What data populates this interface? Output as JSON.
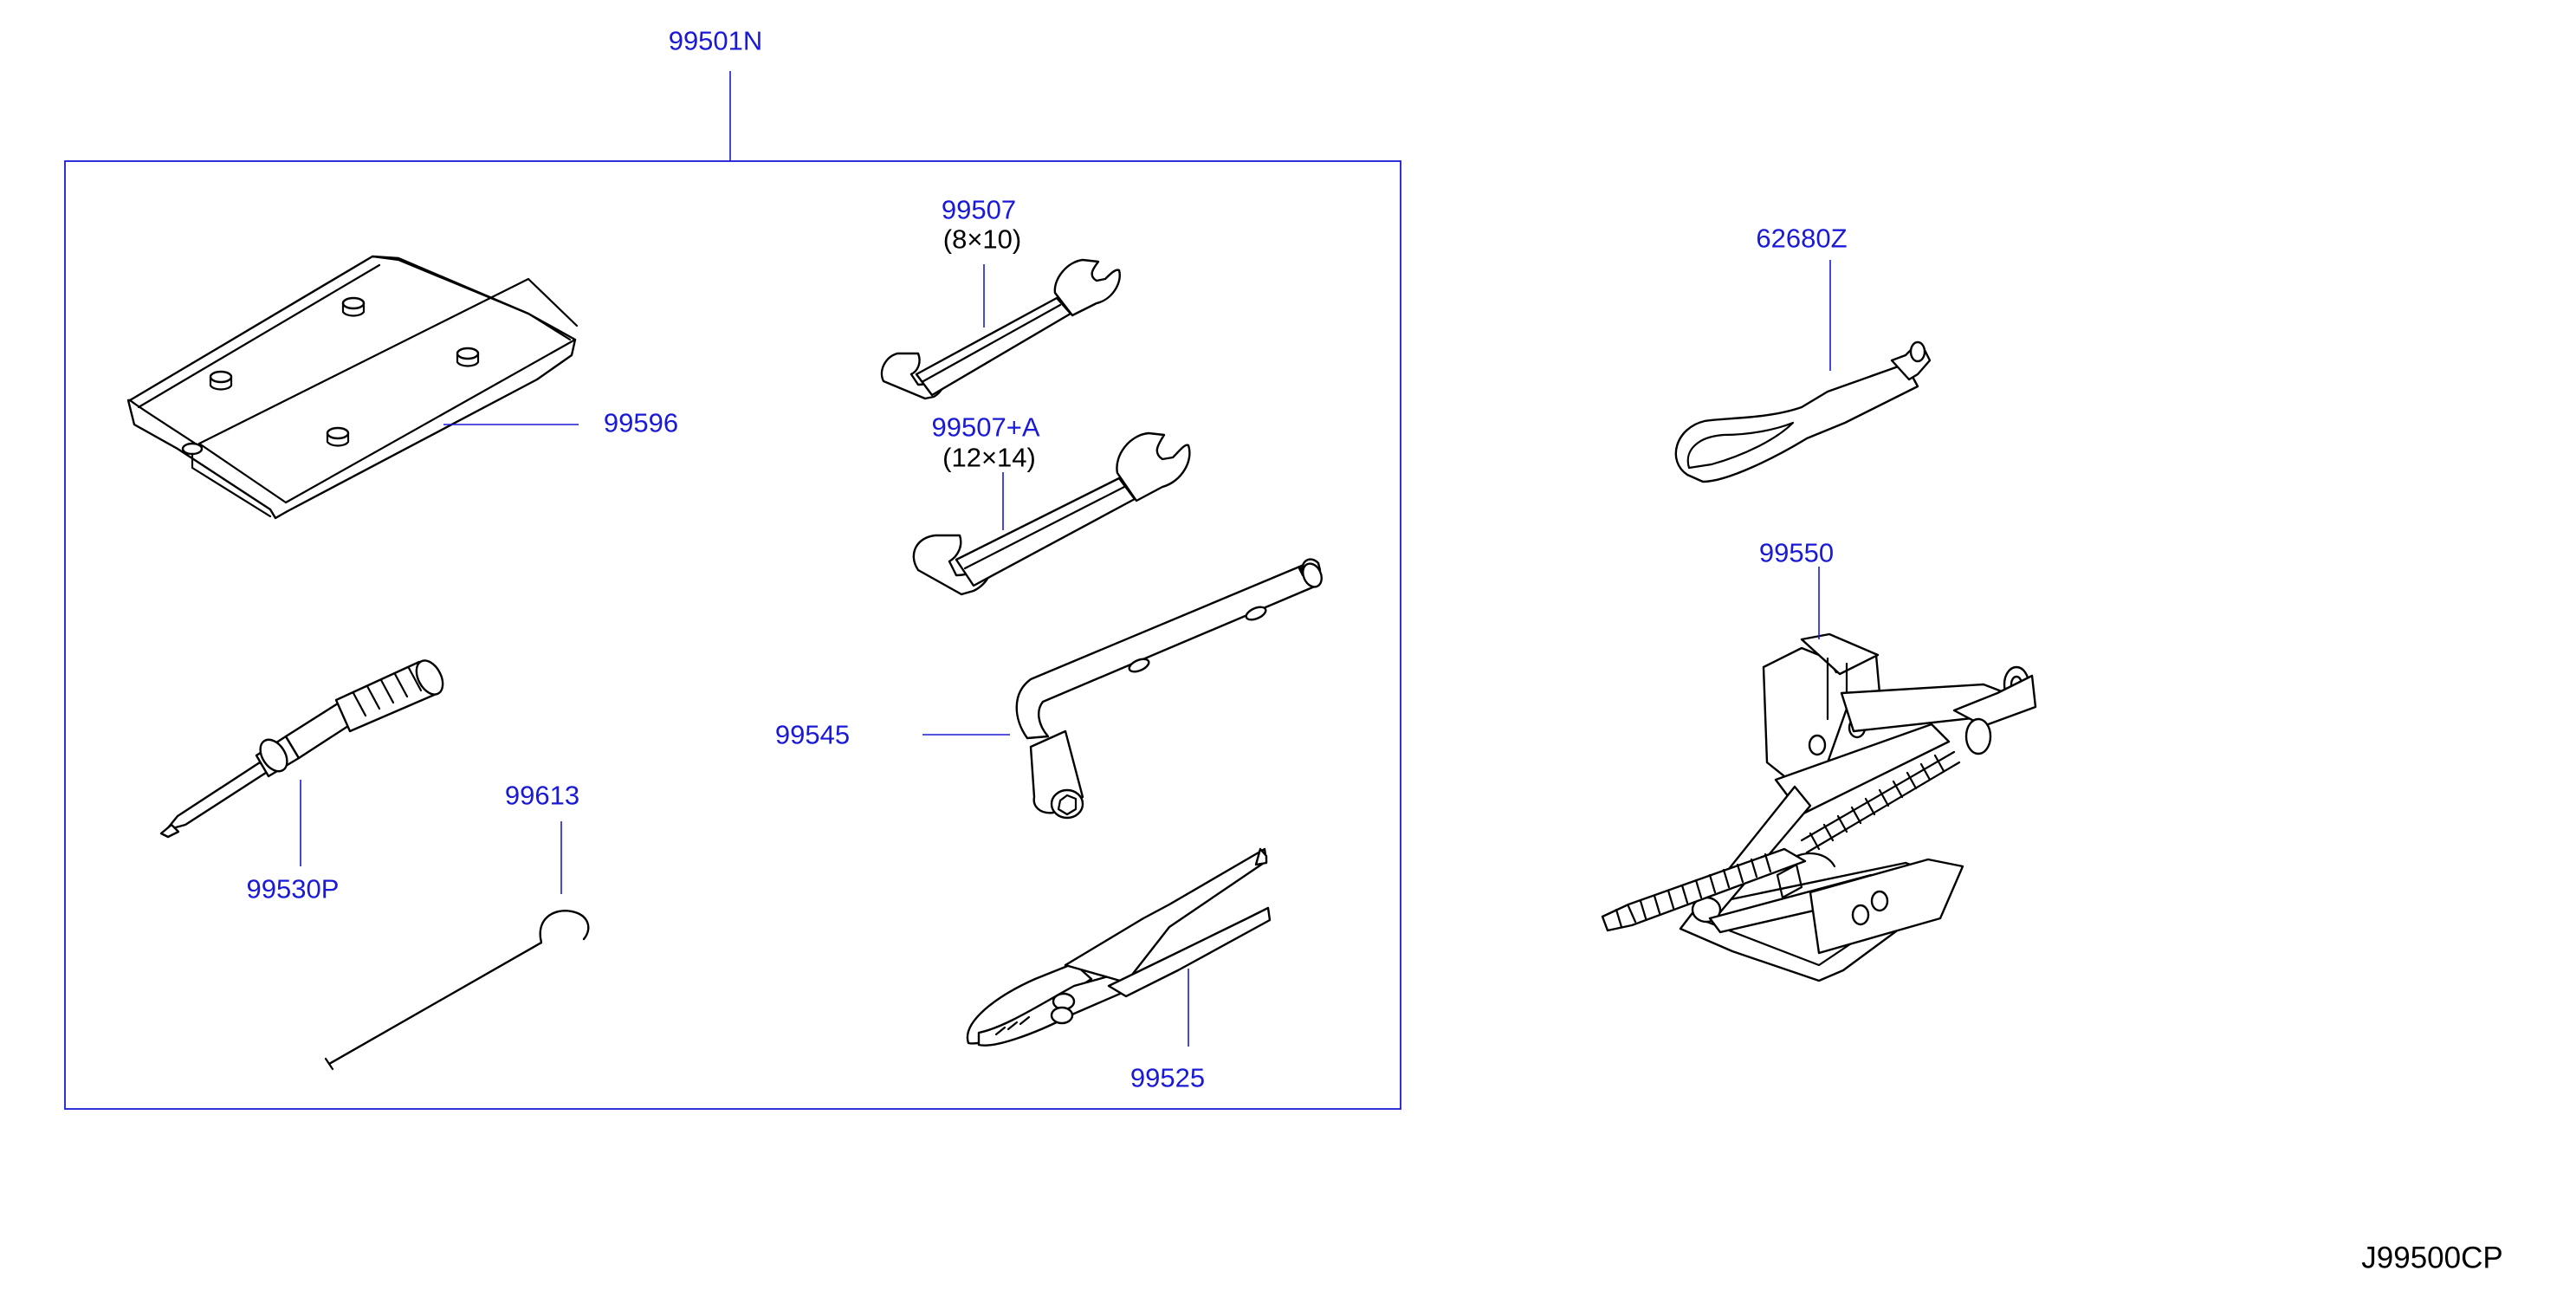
{
  "accent_color": "#1a1ad6",
  "kit_label": "99501N",
  "parts": {
    "tool_bag": "99596",
    "wrench_small": "99507",
    "wrench_small_size": "(8×10)",
    "wrench_large": "99507+A",
    "wrench_large_size": "(12×14)",
    "wheel_nut_wrench": "99545",
    "screwdriver": "99530P",
    "jack_rod": "99613",
    "pliers": "99525",
    "towing_hook": "62680Z",
    "jack": "99550"
  },
  "diagram_code": "J99500CP"
}
